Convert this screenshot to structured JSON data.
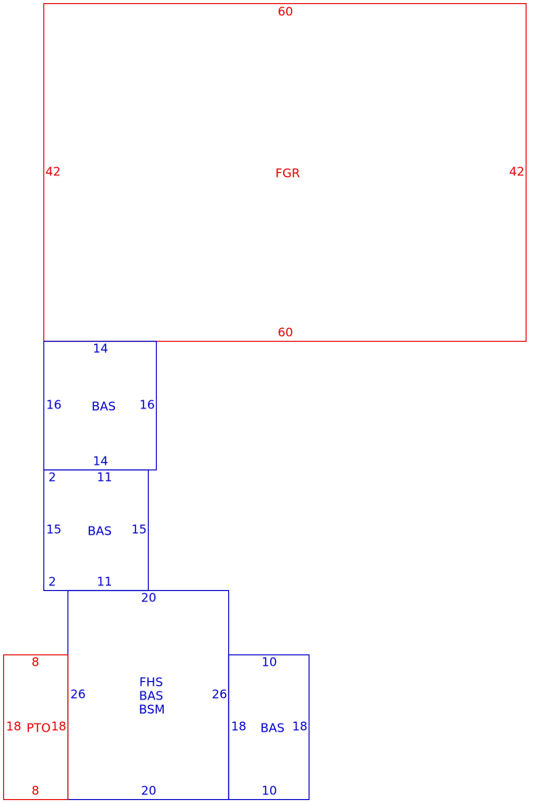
{
  "colors": {
    "garage": "#e60000",
    "living": "#0000c8"
  },
  "areas": [
    {
      "id": "fgr",
      "color_key": "garage",
      "labels": [
        "FGR"
      ],
      "top": "60",
      "bottom": "60",
      "left": "42",
      "right": "42"
    },
    {
      "id": "bas-upper",
      "color_key": "living",
      "labels": [
        "BAS"
      ],
      "top": "14",
      "bottom": "14",
      "left": "16",
      "right": "16"
    },
    {
      "id": "bas-middle",
      "color_key": "living",
      "labels": [
        "BAS"
      ],
      "top": "11",
      "bottom": "11",
      "left": "15",
      "right": "15",
      "corner_top_left": "2",
      "corner_bottom_left": "2"
    },
    {
      "id": "fhs-main",
      "color_key": "living",
      "labels": [
        "FHS",
        "BAS",
        "BSM"
      ],
      "top": "20",
      "bottom": "20",
      "left": "26",
      "right": "26"
    },
    {
      "id": "pto",
      "color_key": "garage",
      "labels": [
        "PTO"
      ],
      "top": "8",
      "bottom": "8",
      "left": "18",
      "right": "18"
    },
    {
      "id": "bas-right",
      "color_key": "living",
      "labels": [
        "BAS"
      ],
      "top": "10",
      "bottom": "10",
      "left": "18",
      "right": "18"
    }
  ]
}
